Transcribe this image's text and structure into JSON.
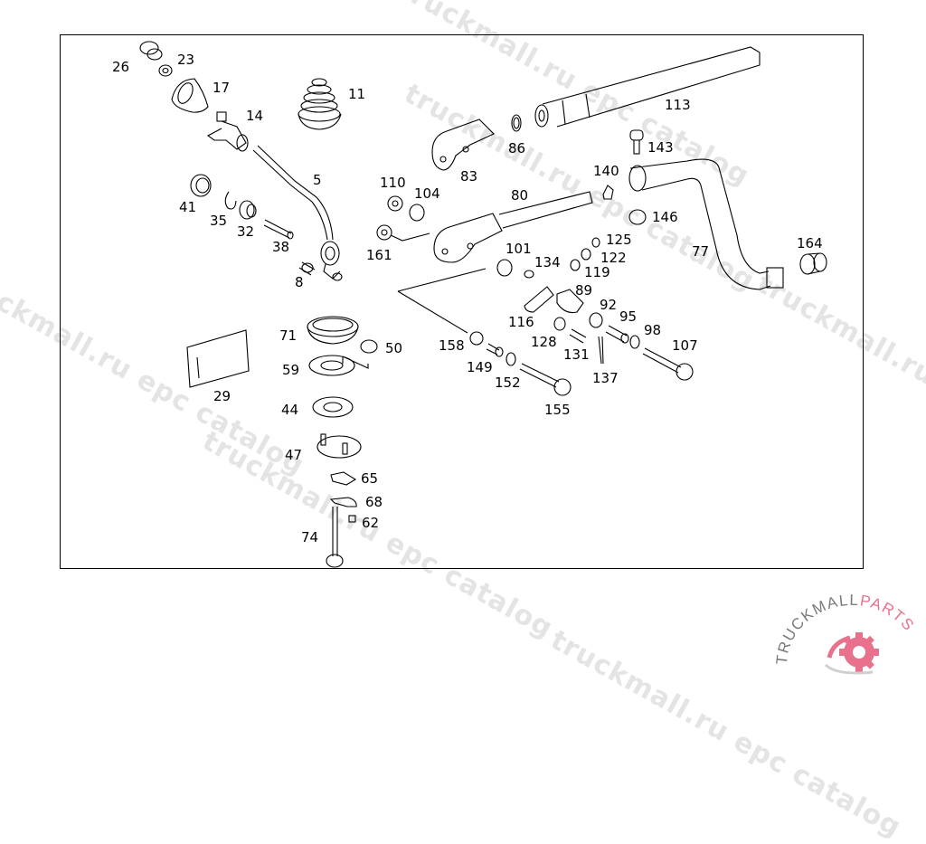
{
  "watermarks": [
    {
      "text": "truckmall.ru epc catalog",
      "pos": "upper-center"
    },
    {
      "text": "truckmall.ru epc catalog",
      "pos": "left"
    },
    {
      "text": "truckmall.ru epc catalog",
      "pos": "center"
    },
    {
      "text": "truckmall.ru epc catalog",
      "pos": "right"
    },
    {
      "text": "truckmall.ru epc catalog",
      "pos": "bottom"
    }
  ],
  "callouts": [
    {
      "id": "26",
      "label": "26"
    },
    {
      "id": "23",
      "label": "23"
    },
    {
      "id": "17",
      "label": "17"
    },
    {
      "id": "14",
      "label": "14"
    },
    {
      "id": "11",
      "label": "11"
    },
    {
      "id": "5",
      "label": "5"
    },
    {
      "id": "41",
      "label": "41"
    },
    {
      "id": "35",
      "label": "35"
    },
    {
      "id": "32",
      "label": "32"
    },
    {
      "id": "38",
      "label": "38"
    },
    {
      "id": "8",
      "label": "8"
    },
    {
      "id": "110",
      "label": "110"
    },
    {
      "id": "104",
      "label": "104"
    },
    {
      "id": "161",
      "label": "161"
    },
    {
      "id": "83",
      "label": "83"
    },
    {
      "id": "86",
      "label": "86"
    },
    {
      "id": "80",
      "label": "80"
    },
    {
      "id": "113",
      "label": "113"
    },
    {
      "id": "143",
      "label": "143"
    },
    {
      "id": "140",
      "label": "140"
    },
    {
      "id": "146",
      "label": "146"
    },
    {
      "id": "77",
      "label": "77"
    },
    {
      "id": "164",
      "label": "164"
    },
    {
      "id": "101",
      "label": "101"
    },
    {
      "id": "134",
      "label": "134"
    },
    {
      "id": "125",
      "label": "125"
    },
    {
      "id": "122",
      "label": "122"
    },
    {
      "id": "119",
      "label": "119"
    },
    {
      "id": "89",
      "label": "89"
    },
    {
      "id": "116",
      "label": "116"
    },
    {
      "id": "92",
      "label": "92"
    },
    {
      "id": "95",
      "label": "95"
    },
    {
      "id": "98",
      "label": "98"
    },
    {
      "id": "107",
      "label": "107"
    },
    {
      "id": "128",
      "label": "128"
    },
    {
      "id": "131",
      "label": "131"
    },
    {
      "id": "137",
      "label": "137"
    },
    {
      "id": "158",
      "label": "158"
    },
    {
      "id": "149",
      "label": "149"
    },
    {
      "id": "152",
      "label": "152"
    },
    {
      "id": "155",
      "label": "155"
    },
    {
      "id": "71",
      "label": "71"
    },
    {
      "id": "50",
      "label": "50"
    },
    {
      "id": "59",
      "label": "59"
    },
    {
      "id": "29",
      "label": "29"
    },
    {
      "id": "44",
      "label": "44"
    },
    {
      "id": "47",
      "label": "47"
    },
    {
      "id": "65",
      "label": "65"
    },
    {
      "id": "68",
      "label": "68"
    },
    {
      "id": "62",
      "label": "62"
    },
    {
      "id": "74",
      "label": "74"
    }
  ],
  "logo": {
    "text_main": "TRUCKMALL",
    "text_accent": "PARTS",
    "colors": {
      "main": "#7a7a7a",
      "accent": "#e8718d"
    }
  }
}
